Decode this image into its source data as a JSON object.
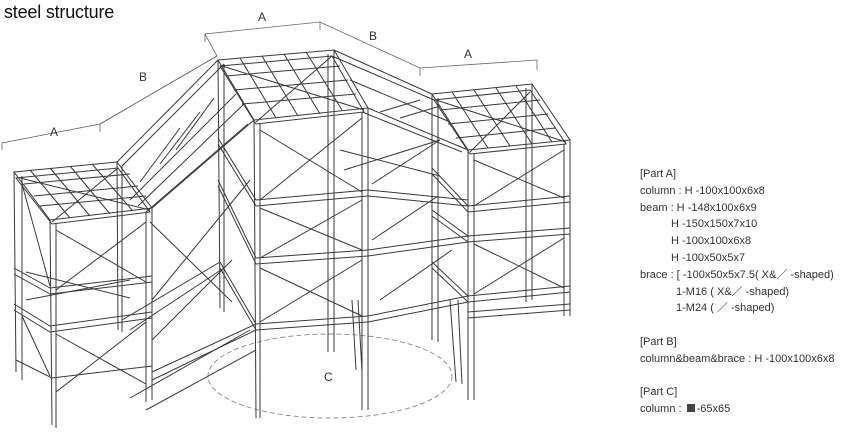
{
  "title": "steel structure",
  "dimension_labels": {
    "a1": "A",
    "b1": "B",
    "a2": "A",
    "b2": "B",
    "a3": "A",
    "c": "C"
  },
  "spec": {
    "part_a": {
      "heading": "[Part A]",
      "column": "column : H -100x100x6x8",
      "beam_1": "beam : H -148x100x6x9",
      "beam_2": "H -150x150x7x10",
      "beam_3": "H -100x100x6x8",
      "beam_4": "H -100x50x5x7",
      "brace_1": "brace : [ -100x50x5x7.5( X&／ -shaped)",
      "brace_2": "1-M16 ( X&／ -shaped)",
      "brace_3": "1-M24 ( ／ -shaped)"
    },
    "part_b": {
      "heading": "[Part B]",
      "line": "column&beam&brace : H -100x100x6x8"
    },
    "part_c": {
      "heading": "[Part C]",
      "column_prefix": "column : ",
      "column_value": "-65x65"
    }
  },
  "colors": {
    "line": "#3a3a3a",
    "dashed": "#777777",
    "text": "#333333"
  },
  "icons": {
    "section_square": "filled-square-icon"
  }
}
